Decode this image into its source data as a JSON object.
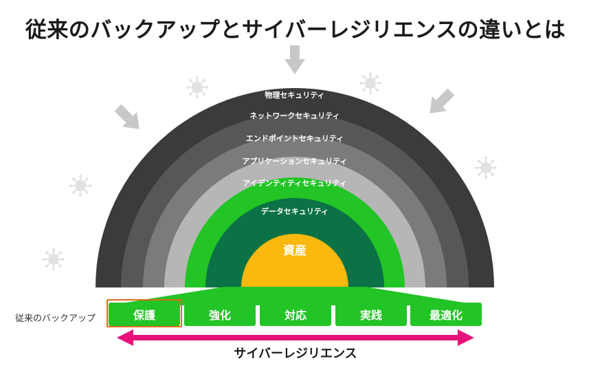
{
  "title": "従来のバックアップとサイバーレジリエンスの違いとは",
  "layers": [
    {
      "label": "物理セキュリティ",
      "color": "#3b3b3b"
    },
    {
      "label": "ネットワークセキュリティ",
      "color": "#575757"
    },
    {
      "label": "エンドポイントセキュリティ",
      "color": "#7b7b7b"
    },
    {
      "label": "アプリケーションセキュリティ",
      "color": "#b6b6b6"
    },
    {
      "label": "アイデンティティセキュリティ",
      "color": "#22c426"
    },
    {
      "label": "データセキュリティ",
      "color": "#0a7245"
    }
  ],
  "core": {
    "label": "資産",
    "color": "#fbb80f"
  },
  "row_label": "従来のバックアップ",
  "steps": [
    "保護",
    "強化",
    "対応",
    "実践",
    "最適化"
  ],
  "resilience_label": "サイバーレジリエンス",
  "colors": {
    "step_green": "#22c426",
    "highlight_border": "#e36a1a",
    "arrow_pink": "#e6127a",
    "threat_arrow": "#c8c8c8"
  }
}
